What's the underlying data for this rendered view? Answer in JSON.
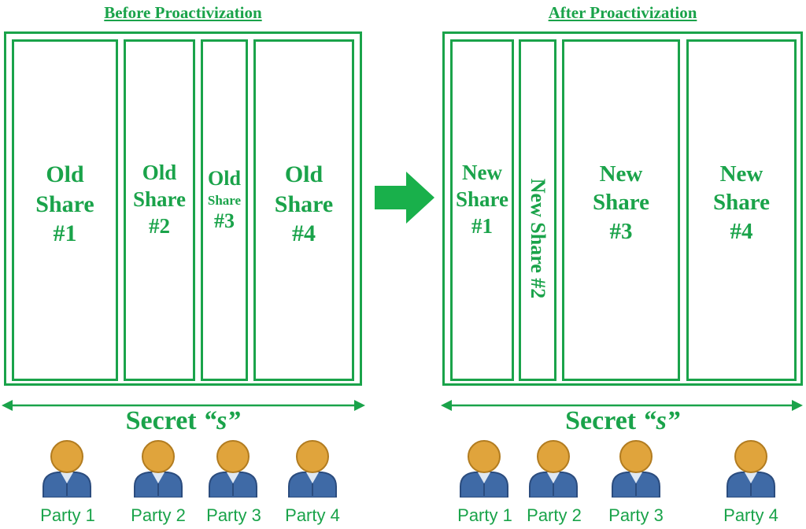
{
  "before": {
    "title": "Before Proactivization",
    "shares": [
      {
        "line1": "Old",
        "line2": "Share",
        "line3": "#1"
      },
      {
        "line1": "Old",
        "line2": "Share",
        "line3": "#2"
      },
      {
        "line1": "Old",
        "line2": "Share",
        "line3": "#3"
      },
      {
        "line1": "Old",
        "line2": "Share",
        "line3": "#4"
      }
    ],
    "secret_label": "Secret",
    "secret_symbol": "“s”",
    "parties": [
      "Party 1",
      "Party 2",
      "Party 3",
      "Party 4"
    ]
  },
  "after": {
    "title": "After Proactivization",
    "shares": [
      {
        "line1": "New",
        "line2": "Share",
        "line3": "#1"
      },
      {
        "vertical": "New Share #2"
      },
      {
        "line1": "New",
        "line2": "Share",
        "line3": "#3"
      },
      {
        "line1": "New",
        "line2": "Share",
        "line3": "#4"
      }
    ],
    "secret_label": "Secret",
    "secret_symbol": "“s”",
    "parties": [
      "Party 1",
      "Party 2",
      "Party 3",
      "Party 4"
    ]
  },
  "colors": {
    "accent": "#1aa34a",
    "person_head": "#e0a43c",
    "person_body": "#3f6aa6"
  },
  "icons": {
    "transition_arrow": "right-arrow-icon",
    "party": "person-icon"
  }
}
